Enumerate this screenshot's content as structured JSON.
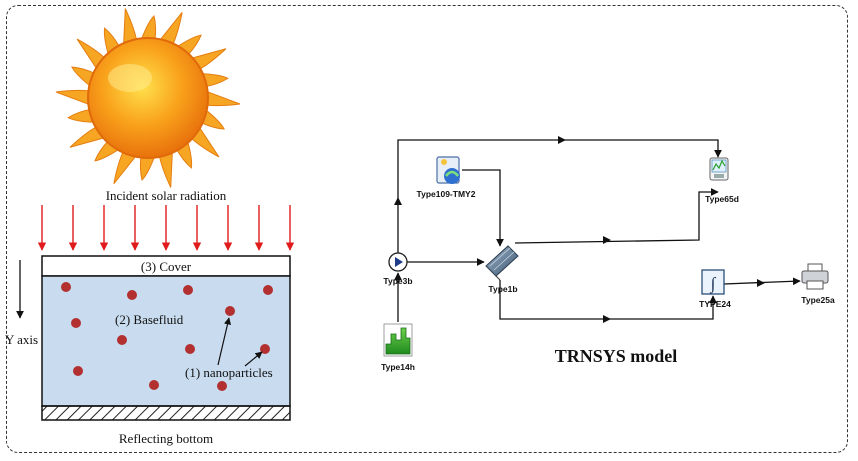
{
  "left_panel": {
    "incident_label": "Incident solar radiation",
    "cover_label": "(3) Cover",
    "basefluid_label": "(2) Basefluid",
    "nanoparticles_label": "(1) nanoparticles",
    "y_axis_label": "Y axis",
    "bottom_label": "Reflecting bottom"
  },
  "right_panel": {
    "title": "TRNSYS model",
    "components": {
      "type109": "Type109-TMY2",
      "type65d": "Type65d",
      "type3b": "Type3b",
      "type1b": "Type1b",
      "type24": "TYPE24",
      "type25a": "Type25a",
      "type14h": "Type14h"
    }
  },
  "colors": {
    "sun_core": "#f7a21b",
    "sun_rays": "#f6a623",
    "fluid": "#c9dcef",
    "particle": "#b23030",
    "radiation_arrow": "#e01b1b",
    "frame": "#333333"
  }
}
